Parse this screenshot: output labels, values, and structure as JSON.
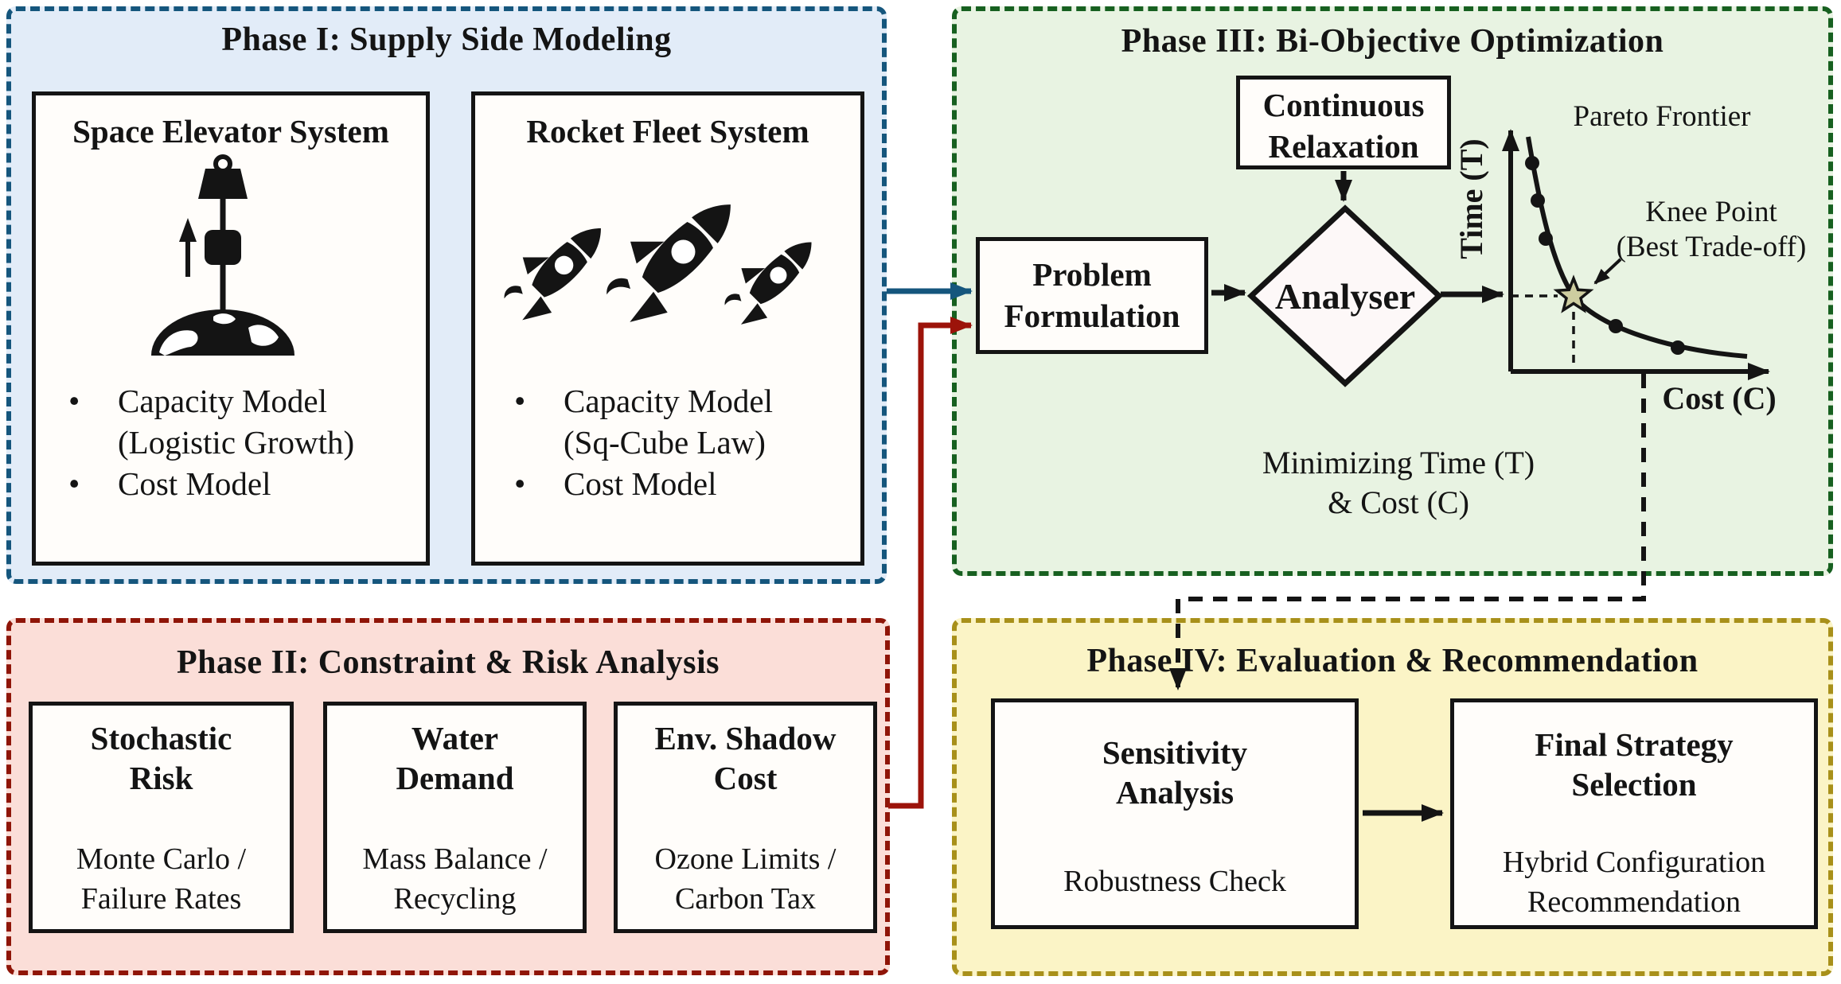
{
  "glyphs": {
    "bullet": "•"
  },
  "colors": {
    "page_bg": "#ffffff",
    "ink": "#141414",
    "box_bg": "#fffdfa",
    "phase1_border": "#15567d",
    "phase1_bg": "#e2ecf8",
    "phase2_border": "#8f1508",
    "phase2_bg": "#fbded8",
    "phase3_border": "#176020",
    "phase3_bg": "#e8f3e2",
    "phase4_border": "#a8901a",
    "phase4_bg": "#fbf4c6",
    "arrow_blue": "#15567d",
    "arrow_red": "#9c130a",
    "star_fill": "#cdcda0",
    "diamond_bg": "#fdf8f8"
  },
  "phase1": {
    "title": "Phase I: Supply Side Modeling",
    "boxes": [
      {
        "title": "Space Elevator System",
        "bullets": [
          {
            "lines": [
              "Capacity Model",
              "(Logistic Growth)"
            ]
          },
          {
            "lines": [
              "Cost Model"
            ]
          }
        ]
      },
      {
        "title": "Rocket Fleet System",
        "bullets": [
          {
            "lines": [
              "Capacity Model",
              "(Sq-Cube Law)"
            ]
          },
          {
            "lines": [
              "Cost Model"
            ]
          }
        ]
      }
    ]
  },
  "phase2": {
    "title": "Phase II: Constraint & Risk Analysis",
    "boxes": [
      {
        "title_lines": [
          "Stochastic",
          "Risk"
        ],
        "detail_lines": [
          "Monte Carlo /",
          "Failure Rates"
        ]
      },
      {
        "title_lines": [
          "Water",
          "Demand"
        ],
        "detail_lines": [
          "Mass Balance /",
          "Recycling"
        ]
      },
      {
        "title_lines": [
          "Env. Shadow",
          "Cost"
        ],
        "detail_lines": [
          "Ozone Limits /",
          "Carbon Tax"
        ]
      }
    ]
  },
  "phase3": {
    "title": "Phase III: Bi-Objective Optimization",
    "relaxation_box_lines": [
      "Continuous",
      "Relaxation"
    ],
    "problem_box_lines": [
      "Problem",
      "Formulation"
    ],
    "analyser_label": "Analyser",
    "objective_lines": [
      "Minimizing Time (T)",
      "& Cost (C)"
    ],
    "chart": {
      "title": "Pareto Frontier",
      "ylabel": "Time (T)",
      "xlabel": "Cost (C)",
      "knee_label_lines": [
        "Knee Point",
        "(Best Trade-off)"
      ]
    }
  },
  "phase4": {
    "title": "Phase IV: Evaluation & Recommendation",
    "boxes": [
      {
        "title_lines": [
          "Sensitivity",
          "Analysis"
        ],
        "detail_lines": [
          "Robustness Check"
        ]
      },
      {
        "title_lines": [
          "Final Strategy",
          "Selection"
        ],
        "detail_lines": [
          "Hybrid Configuration",
          "Recommendation"
        ]
      }
    ]
  },
  "chart_data": {
    "type": "line",
    "title": "Pareto Frontier",
    "xlabel": "Cost (C)",
    "ylabel": "Time (T)",
    "axes_quantitative": false,
    "curve_points_norm": [
      [
        0.07,
        0.96
      ],
      [
        0.1,
        0.78
      ],
      [
        0.13,
        0.62
      ],
      [
        0.24,
        0.31
      ],
      [
        0.4,
        0.19
      ],
      [
        0.64,
        0.1
      ],
      [
        0.91,
        0.06
      ]
    ],
    "marked_points_norm": [
      [
        0.08,
        0.85
      ],
      [
        0.1,
        0.7
      ],
      [
        0.13,
        0.54
      ],
      [
        0.4,
        0.19
      ],
      [
        0.64,
        0.1
      ]
    ],
    "knee_point_norm": [
      0.24,
      0.31
    ],
    "knee_annotation": "Knee Point (Best Trade-off)",
    "legend": [],
    "grid": false
  }
}
